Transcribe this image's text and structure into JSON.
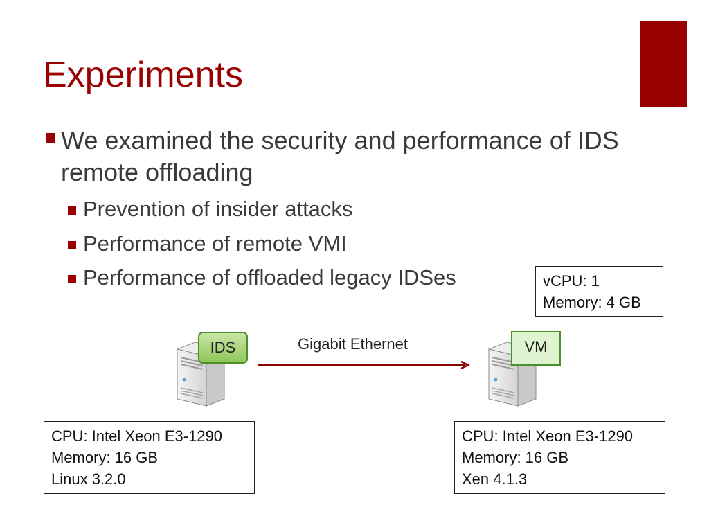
{
  "slide": {
    "title": "Experiments",
    "accent_color": "#990000",
    "bullet_main": "We examined the security and performance of IDS remote offloading",
    "sub_bullets": [
      "Prevention of insider attacks",
      "Performance of remote VMI",
      "Performance of offloaded legacy IDSes"
    ]
  },
  "diagram": {
    "vm_spec": [
      "vCPU: 1",
      "Memory: 4 GB"
    ],
    "ids_host": {
      "tag": "IDS",
      "spec": [
        "CPU: Intel Xeon E3-1290",
        "Memory: 16 GB",
        "Linux 3.2.0"
      ]
    },
    "vm_host": {
      "tag": "VM",
      "spec": [
        "CPU: Intel Xeon E3-1290",
        "Memory: 16 GB",
        "Xen 4.1.3"
      ]
    },
    "link_label": "Gigabit Ethernet",
    "icons": [
      "server-icon",
      "server-icon",
      "arrow-right-icon"
    ]
  }
}
